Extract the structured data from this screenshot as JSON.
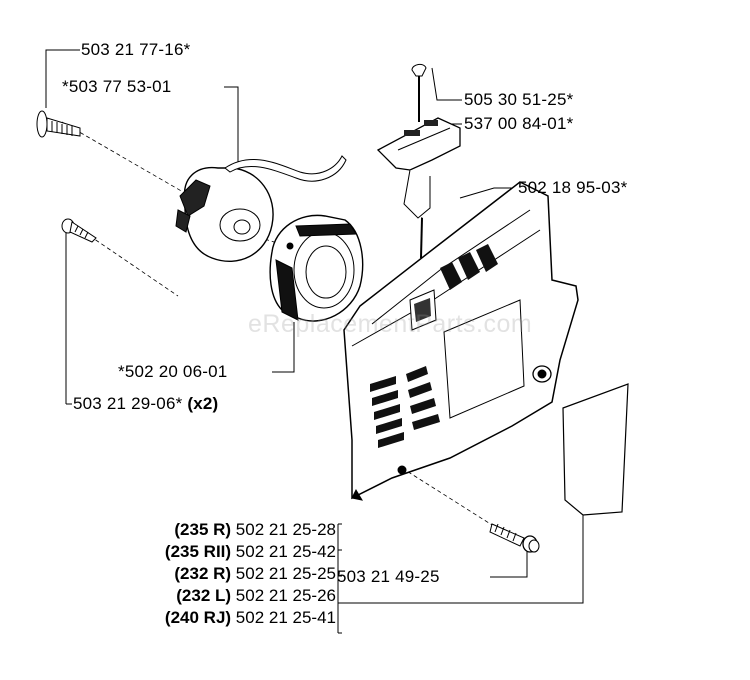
{
  "labels": {
    "handle_bolt": "503 21 77-16*",
    "pulley": "*503 77 53-01",
    "rope": "505 30 51-25*",
    "handle": "537 00 84-01*",
    "cover": "502 18 95-03*",
    "spring_cassette": "*502 20 06-01",
    "screw": "503 21 29-06*",
    "screw_qty": "(x2)",
    "cover_bolt": "503 21 49-25"
  },
  "model_parts": [
    {
      "model": "(235 R)",
      "part": "502 21 25-28"
    },
    {
      "model": "(235 RII)",
      "part": "502 21 25-42"
    },
    {
      "model": "(232 R)",
      "part": "502 21 25-25"
    },
    {
      "model": "(232 L)",
      "part": "502 21 25-26"
    },
    {
      "model": "(240 RJ)",
      "part": "502 21 25-41"
    }
  ],
  "watermark": "eReplacementParts.com"
}
